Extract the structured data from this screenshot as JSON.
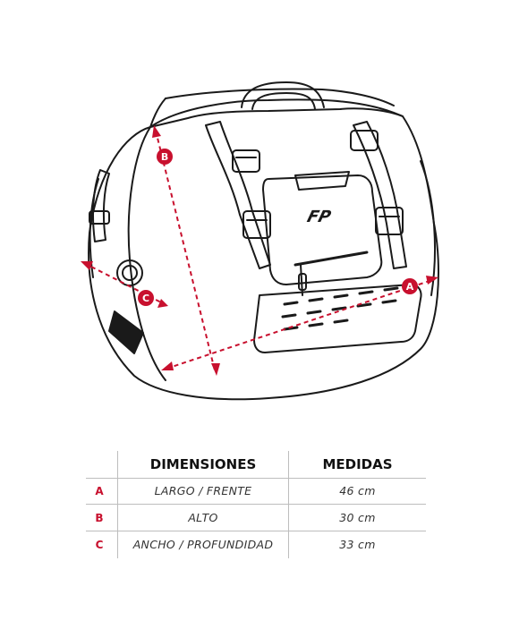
{
  "colors": {
    "accent": "#c8102e",
    "line": "#1a1a1a",
    "grid": "#bdbdbd"
  },
  "diagram": {
    "brand_logo": "FP",
    "markers": [
      {
        "letter": "A"
      },
      {
        "letter": "B"
      },
      {
        "letter": "C"
      }
    ]
  },
  "table": {
    "headers": {
      "dimension": "DIMENSIONES",
      "measure": "MEDIDAS"
    },
    "rows": [
      {
        "letter": "A",
        "dimension": "LARGO / FRENTE",
        "measure": "46 cm"
      },
      {
        "letter": "B",
        "dimension": "ALTO",
        "measure": "30 cm"
      },
      {
        "letter": "C",
        "dimension": "ANCHO / PROFUNDIDAD",
        "measure": "33 cm"
      }
    ]
  }
}
